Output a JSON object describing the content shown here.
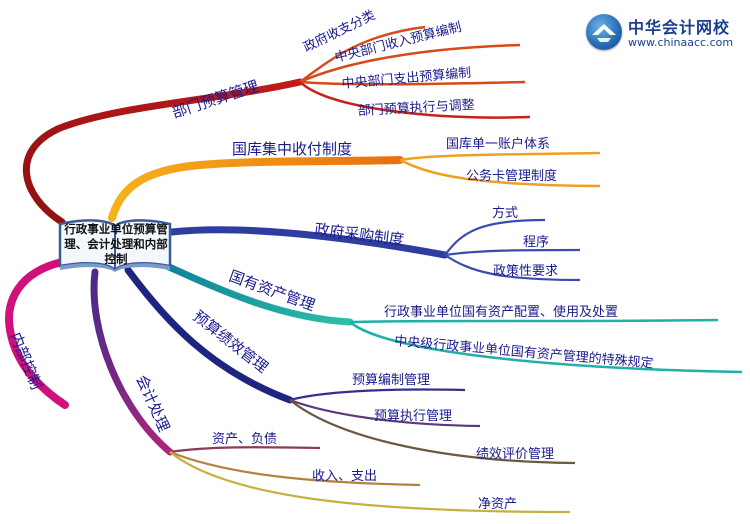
{
  "logo": {
    "name_cn": "中华会计网校",
    "url": "www.chinaacc.com",
    "icon": "graduation-cap-icon"
  },
  "center": {
    "text": "行政事业单位预算管理、会计处理和内部控制"
  },
  "branches": {
    "dept_budget": {
      "label": "部门预算管理",
      "color": "#b01818",
      "children": [
        "政府收支分类",
        "中央部门收入预算编制",
        "中央部门支出预算编制",
        "部门预算执行与调整"
      ]
    },
    "treasury": {
      "label": "国库集中收付制度",
      "color": "#f28c10",
      "children": [
        "国库单一账户体系",
        "公务卡管理制度"
      ]
    },
    "procurement": {
      "label": "政府采购制度",
      "color": "#2e3ea0",
      "children": [
        "方式",
        "程序",
        "政策性要求"
      ]
    },
    "state_assets": {
      "label": "国有资产管理",
      "color": "#1aa3a8",
      "children": [
        "行政事业单位国有资产配置、使用及处置",
        "中央级行政事业单位国有资产管理的特殊规定"
      ]
    },
    "performance": {
      "label": "预算绩效管理",
      "color": "#1d2580",
      "children": [
        "预算编制管理",
        "预算执行管理",
        "绩效评价管理"
      ]
    },
    "accounting": {
      "label": "会计处理",
      "color": "#7a1f8a",
      "children": [
        "资产、负债",
        "收入、支出",
        "净资产"
      ]
    },
    "internal_control": {
      "label": "内部控制",
      "color": "#d0117a",
      "children": []
    }
  }
}
